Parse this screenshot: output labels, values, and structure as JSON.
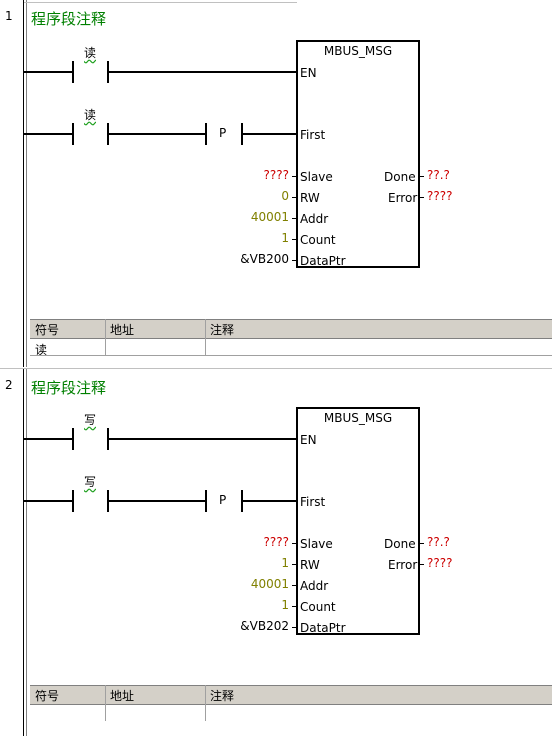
{
  "networks": [
    {
      "number": "1",
      "title": "程序段注释",
      "contact1": "读",
      "contact2": "读",
      "p_label": "P",
      "block": {
        "name": "MBUS_MSG",
        "en": "EN",
        "first": "First",
        "inputs": [
          {
            "pin": "Slave",
            "arg": "????"
          },
          {
            "pin": "RW",
            "arg": "0"
          },
          {
            "pin": "Addr",
            "arg": "40001"
          },
          {
            "pin": "Count",
            "arg": "1"
          },
          {
            "pin": "DataPtr",
            "arg": "&VB200"
          }
        ],
        "outputs": [
          {
            "pin": "Done",
            "arg": "??.?"
          },
          {
            "pin": "Error",
            "arg": "????"
          }
        ]
      },
      "table": {
        "headers": [
          "符号",
          "地址",
          "注释"
        ],
        "row": [
          "读",
          "",
          ""
        ]
      }
    },
    {
      "number": "2",
      "title": "程序段注释",
      "contact1": "写",
      "contact2": "写",
      "p_label": "P",
      "block": {
        "name": "MBUS_MSG",
        "en": "EN",
        "first": "First",
        "inputs": [
          {
            "pin": "Slave",
            "arg": "????"
          },
          {
            "pin": "RW",
            "arg": "1"
          },
          {
            "pin": "Addr",
            "arg": "40001"
          },
          {
            "pin": "Count",
            "arg": "1"
          },
          {
            "pin": "DataPtr",
            "arg": "&VB202"
          }
        ],
        "outputs": [
          {
            "pin": "Done",
            "arg": "??.?"
          },
          {
            "pin": "Error",
            "arg": "????"
          }
        ]
      },
      "table": {
        "headers": [
          "符号",
          "地址",
          "注释"
        ],
        "row": [
          "",
          "",
          ""
        ]
      }
    }
  ],
  "colors": {
    "title": "#008000",
    "unknown_arg": "#cc0000",
    "constant_arg": "#808000"
  }
}
